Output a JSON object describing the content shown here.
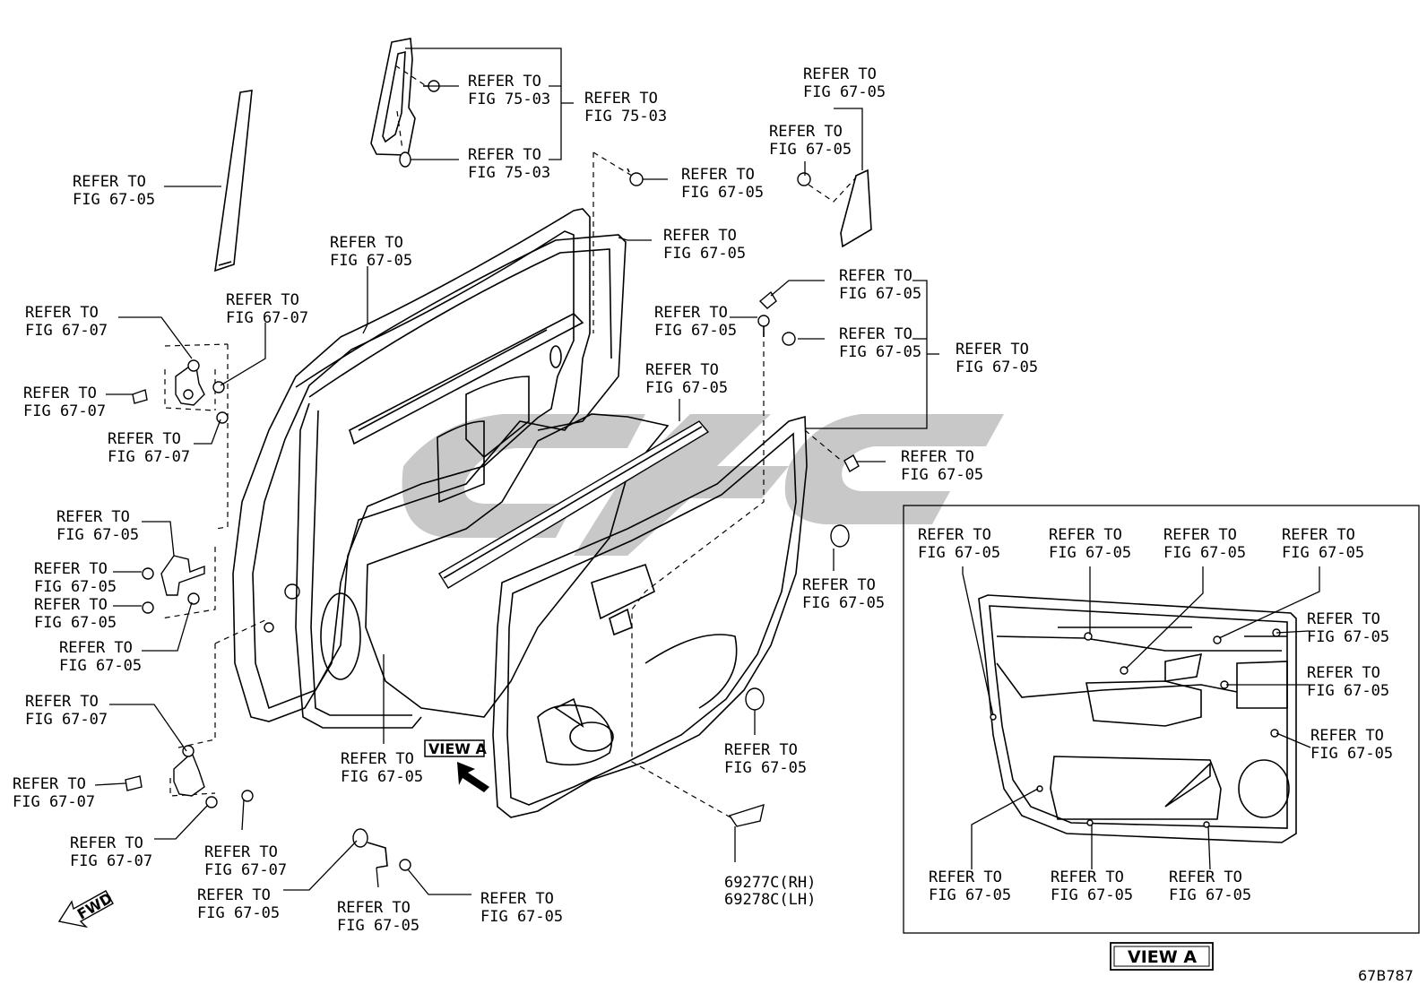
{
  "diagram": {
    "labels": {
      "l01": [
        "REFER TO",
        "FIG 75-03"
      ],
      "l02": [
        "REFER TO",
        "FIG 75-03"
      ],
      "l03": [
        "REFER TO",
        "FIG 75-03"
      ],
      "l04": [
        "REFER TO",
        "FIG 67-05"
      ],
      "l05": [
        "REFER TO",
        "FIG 67-05"
      ],
      "l06": [
        "REFER TO",
        "FIG 67-05"
      ],
      "l07": [
        "REFER TO",
        "FIG 67-05"
      ],
      "l08": [
        "REFER TO",
        "FIG 67-05"
      ],
      "l09": [
        "REFER TO",
        "FIG 67-07"
      ],
      "l10": [
        "REFER TO",
        "FIG 67-07"
      ],
      "l11": [
        "REFER TO",
        "FIG 67-07"
      ],
      "l12": [
        "REFER TO",
        "FIG 67-07"
      ],
      "l13": [
        "REFER TO",
        "FIG 67-05"
      ],
      "l14": [
        "REFER TO",
        "FIG 67-05"
      ],
      "l15": [
        "REFER TO",
        "FIG 67-05"
      ],
      "l16": [
        "REFER TO",
        "FIG 67-05"
      ],
      "l17": [
        "REFER TO",
        "FIG 67-05"
      ],
      "l18": [
        "REFER TO",
        "FIG 67-05"
      ],
      "l19": [
        "REFER TO",
        "FIG 67-05"
      ],
      "l20": [
        "REFER TO",
        "FIG 67-05"
      ],
      "l21": [
        "REFER TO",
        "FIG 67-05"
      ],
      "l22": [
        "REFER TO",
        "FIG 67-05"
      ],
      "l23": [
        "REFER TO",
        "FIG 67-05"
      ],
      "l24": [
        "REFER TO",
        "FIG 67-07"
      ],
      "l25": [
        "REFER TO",
        "FIG 67-07"
      ],
      "l26": [
        "REFER TO",
        "FIG 67-07"
      ],
      "l27": [
        "REFER TO",
        "FIG 67-07"
      ],
      "l28": [
        "REFER TO",
        "FIG 67-05"
      ],
      "l29": [
        "REFER TO",
        "FIG 67-05"
      ],
      "l30": [
        "REFER TO",
        "FIG 67-05"
      ],
      "l31": [
        "REFER TO",
        "FIG 67-05"
      ],
      "l32": [
        "REFER TO",
        "FIG 67-05"
      ],
      "l33": [
        "REFER TO",
        "FIG 67-05"
      ],
      "l34": [
        "REFER TO",
        "FIG 67-05"
      ],
      "l35": [
        "REFER TO",
        "FIG 67-05"
      ],
      "l36": [
        "REFER TO",
        "FIG 67-05"
      ],
      "l37": [
        "REFER TO",
        "FIG 67-05"
      ],
      "l38": [
        "REFER TO",
        "FIG 67-05"
      ],
      "l39": [
        "REFER TO",
        "FIG 67-05"
      ],
      "l40": [
        "REFER TO",
        "FIG 67-05"
      ],
      "l41": [
        "REFER TO",
        "FIG 67-05"
      ],
      "l42": [
        "REFER TO",
        "FIG 67-05"
      ]
    },
    "part_number": [
      "69277C(RH)",
      "69278C(LH)"
    ],
    "view_a_tag": "VIEW A",
    "view_a_caption": "VIEW A",
    "fwd": "FWD",
    "figure_code": "67B787"
  }
}
